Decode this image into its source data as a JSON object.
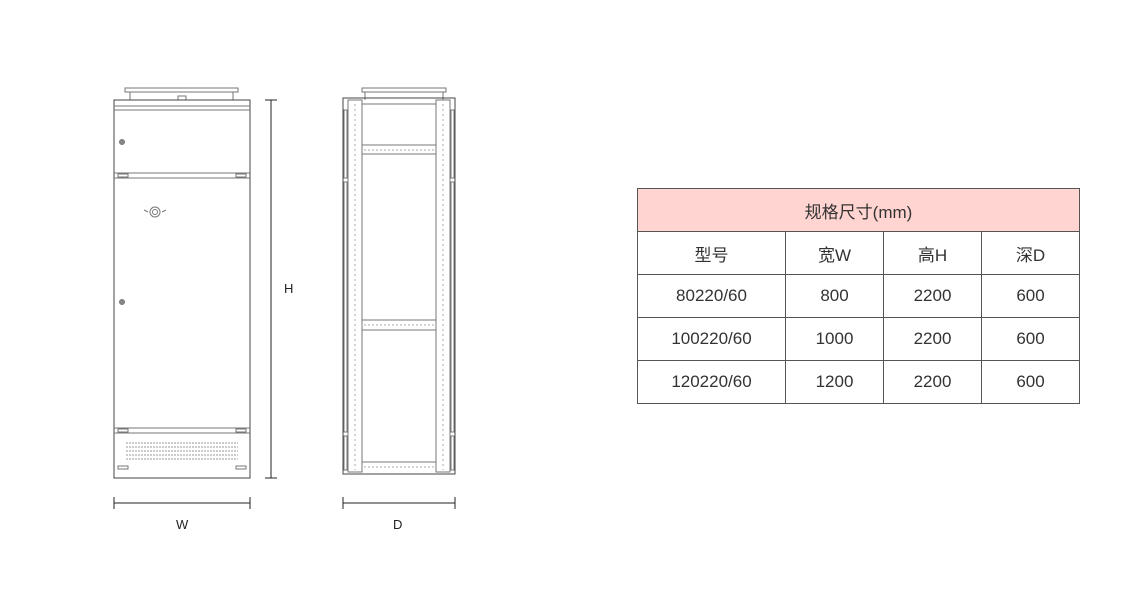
{
  "drawing": {
    "front_view_width_label": "W",
    "height_label": "H",
    "side_view_depth_label": "D"
  },
  "table": {
    "title": "规格尺寸(mm)",
    "headers": [
      "型号",
      "宽W",
      "高H",
      "深D"
    ],
    "rows": [
      [
        "80220/60",
        "800",
        "2200",
        "600"
      ],
      [
        "100220/60",
        "1000",
        "2200",
        "600"
      ],
      [
        "120220/60",
        "1200",
        "2200",
        "600"
      ]
    ],
    "header_color": "#ffd4d1"
  }
}
